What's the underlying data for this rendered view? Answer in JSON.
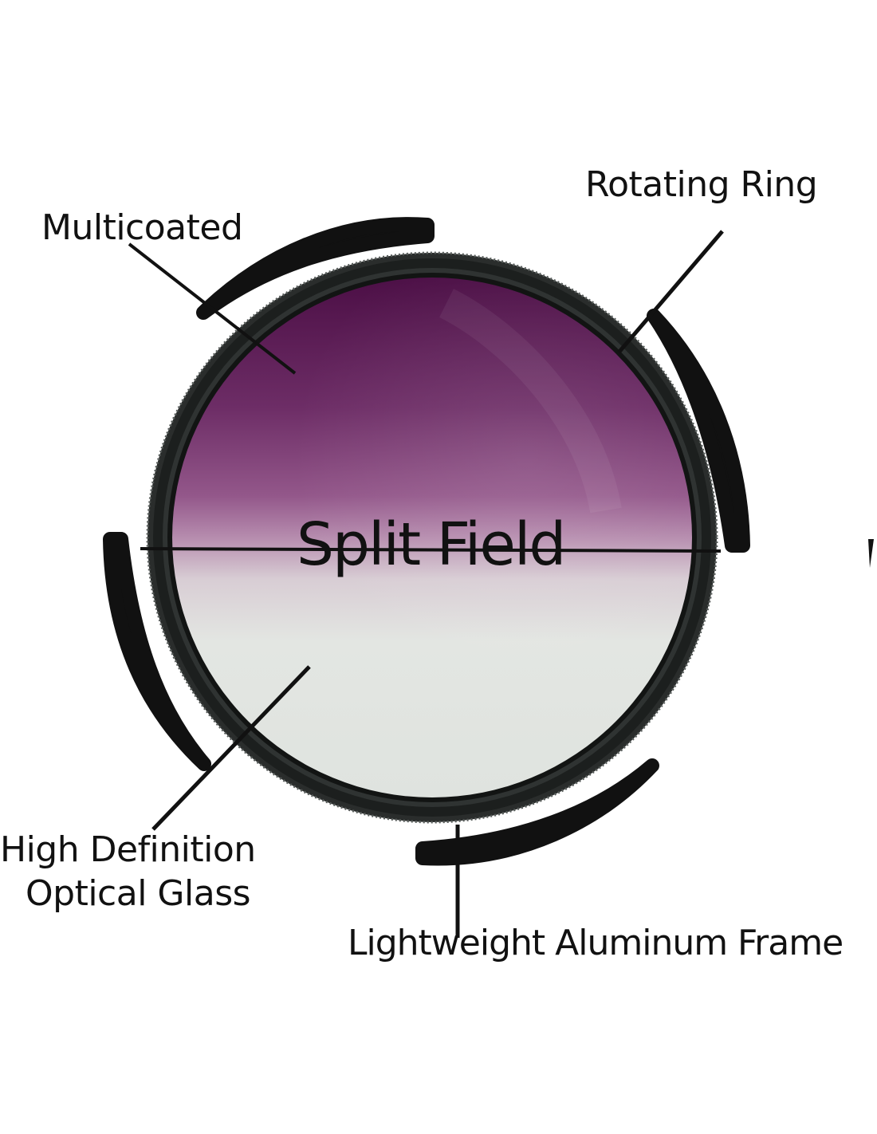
{
  "labels": {
    "multicoated": "Multicoated",
    "rotating_ring": "Rotating Ring",
    "split_field": "Split Field",
    "high_definition_line1": "High Definition",
    "high_definition_line2": "Optical Glass",
    "frame": "Lightweight Aluminum Frame"
  },
  "colors": {
    "glass_top": "#4c0f46",
    "glass_mid": "#96568c",
    "glass_bottom": "#e3e6e2",
    "ring": "#1c1f1e",
    "leader_line": "#111111"
  }
}
